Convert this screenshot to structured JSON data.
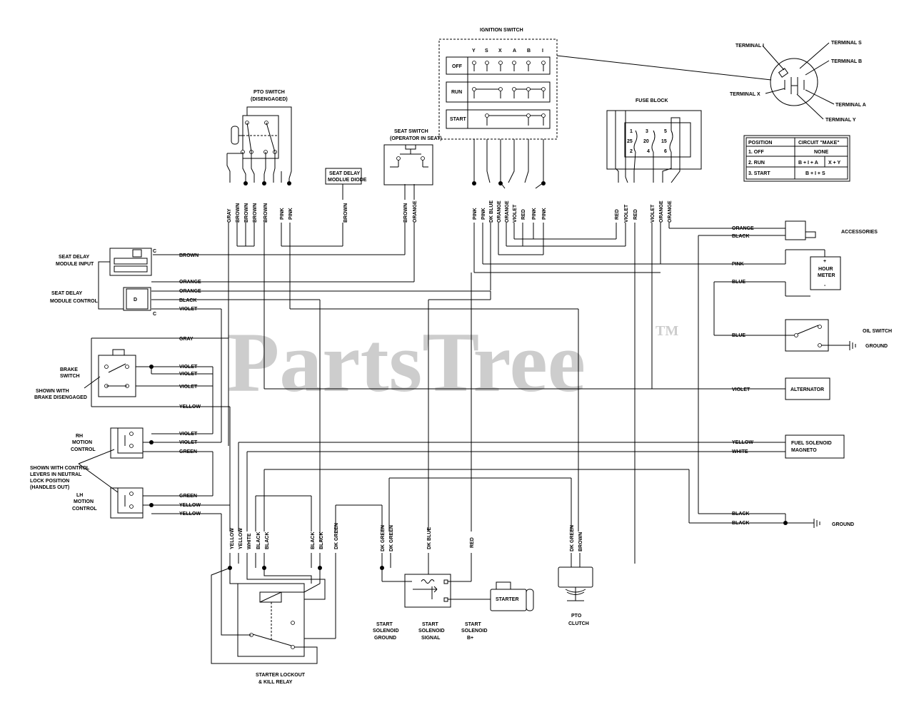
{
  "watermark": {
    "text": "PartsTree",
    "tm": "TM"
  },
  "components": {
    "ignition_switch": "IGNITION SWITCH",
    "ignition_cols": [
      "Y",
      "S",
      "X",
      "A",
      "B",
      "I"
    ],
    "ignition_rows": [
      "OFF",
      "RUN",
      "START"
    ],
    "pto_switch_1": "PTO SWITCH",
    "pto_switch_2": "(DISENGAGED)",
    "seat_switch_1": "SEAT SWITCH",
    "seat_switch_2": "(OPERATOR IN SEAT)",
    "seat_diode_1": "SEAT DELAY",
    "seat_diode_2": "MODLUE DIODE",
    "fuse_block": "FUSE BLOCK",
    "fuse_nums": [
      "1",
      "3",
      "5",
      "25",
      "20",
      "15",
      "2",
      "4",
      "6"
    ],
    "seat_delay_input_1": "SEAT DELAY",
    "seat_delay_input_2": "MODULE INPUT",
    "seat_delay_control_1": "SEAT DELAY",
    "seat_delay_control_2": "MODULE CONTROL",
    "c_label": "C",
    "d_label": "D",
    "brake_switch_1": "BRAKE",
    "brake_switch_2": "SWITCH",
    "brake_note_1": "SHOWN WITH",
    "brake_note_2": "BRAKE DISENGAGED",
    "rh_motion_1": "RH",
    "rh_motion_2": "MOTION",
    "rh_motion_3": "CONTROL",
    "lever_note_1": "SHOWN WITH CONTROL",
    "lever_note_2": "LEVERS IN NEUTRAL",
    "lever_note_3": "LOCK POSITION",
    "lever_note_4": "(HANDLES OUT)",
    "lh_motion_1": "LH",
    "lh_motion_2": "MOTION",
    "lh_motion_3": "CONTROL",
    "accessories": "ACCESSORIES",
    "hour_meter_1": "HOUR",
    "hour_meter_2": "METER",
    "plus": "+",
    "minus": "-",
    "oil_switch": "OIL SWITCH",
    "ground": "GROUND",
    "alternator": "ALTERNATOR",
    "fuel_solenoid": "FUEL SOLENOID",
    "magneto": "MAGNETO",
    "starter": "STARTER",
    "pto_clutch_1": "PTO",
    "pto_clutch_2": "CLUTCH",
    "relay_1": "STARTER LOCKOUT",
    "relay_2": "& KILL RELAY",
    "ss_ground_1": "START",
    "ss_ground_2": "SOLENOID",
    "ss_ground_3": "GROUND",
    "ss_signal_1": "START",
    "ss_signal_2": "SOLENOID",
    "ss_signal_3": "SIGNAL",
    "ss_b_1": "START",
    "ss_b_2": "SOLENOID",
    "ss_b_3": "B+"
  },
  "terminals": [
    "TERMINAL I",
    "TERMINAL S",
    "TERMINAL B",
    "TERMINAL X",
    "TERMINAL A",
    "TERMINAL Y"
  ],
  "table": {
    "headers": [
      "POSITION",
      "CIRCUIT \"MAKE\""
    ],
    "rows": [
      [
        "1. OFF",
        "NONE",
        ""
      ],
      [
        "2. RUN",
        "B + I + A",
        "X + Y"
      ],
      [
        "3. START",
        "B + I + S",
        ""
      ]
    ]
  },
  "wires": {
    "top_vertical": [
      "GRAY",
      "BROWN",
      "BROWN",
      "BROWN",
      "BROWN",
      "PINK",
      "PINK",
      "BROWN",
      "BROWN",
      "ORANGE",
      "PINK",
      "PINK",
      "DK BLUE",
      "ORANGE",
      "ORANGE",
      "VIOLET",
      "RED",
      "PINK",
      "PINK",
      "RED",
      "VIOLET",
      "RED",
      "VIOLET",
      "ORANGE",
      "ORANGE"
    ],
    "bottom_vertical": [
      "YELLOW",
      "YELLOW",
      "WHITE",
      "BLACK",
      "BLACK",
      "BLACK",
      "BLACK",
      "DK GREEN",
      "DK GREEN",
      "DK GREEN",
      "DK BLUE",
      "RED",
      "DK GREEN",
      "BROWN"
    ],
    "left_horizontal": [
      "BROWN",
      "ORANGE",
      "ORANGE",
      "BLACK",
      "VIOLET",
      "GRAY",
      "VIOLET",
      "VIOLET",
      "VIOLET",
      "YELLOW",
      "VIOLET",
      "VIOLET",
      "GREEN",
      "GREEN",
      "YELLOW",
      "YELLOW"
    ],
    "right_horizontal": [
      "ORANGE",
      "BLACK",
      "PINK",
      "BLUE",
      "BLUE",
      "VIOLET",
      "YELLOW",
      "WHITE",
      "BLACK",
      "BLACK"
    ]
  }
}
